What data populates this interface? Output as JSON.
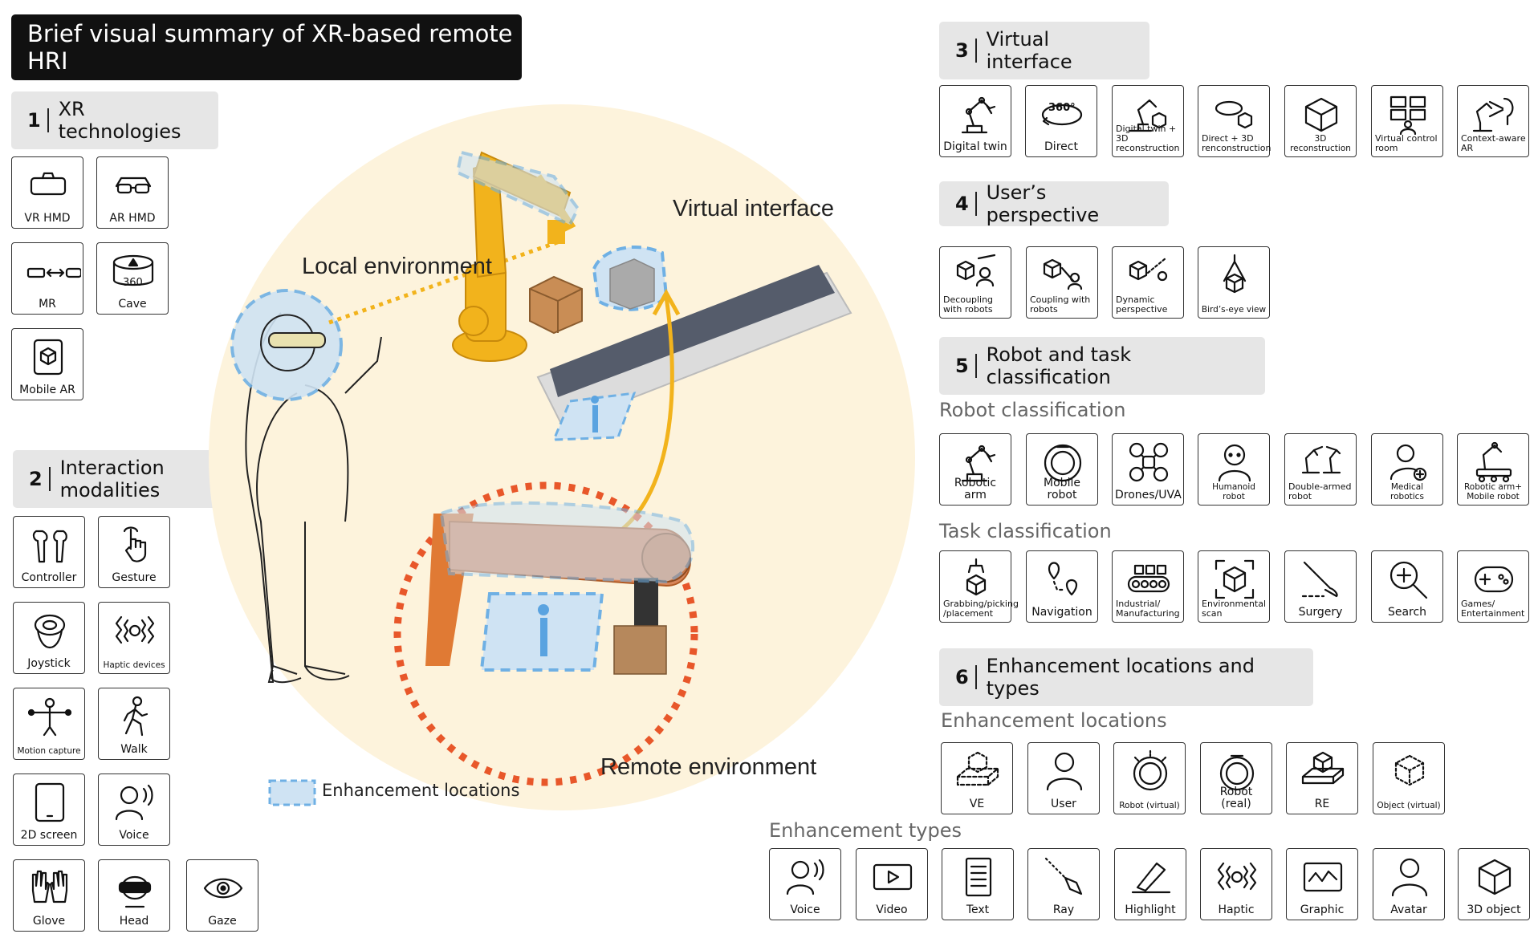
{
  "title": "Brief visual summary of XR-based remote HRI",
  "sections": [
    {
      "num": "1",
      "label": "XR technologies"
    },
    {
      "num": "2",
      "label": "Interaction modalities"
    },
    {
      "num": "3",
      "label": "Virtual interface"
    },
    {
      "num": "4",
      "label": "User’s perspective"
    },
    {
      "num": "5",
      "label": "Robot and task classification"
    },
    {
      "num": "6",
      "label": "Enhancement locations and types"
    }
  ],
  "subheadings": {
    "robot_classification": "Robot classification",
    "task_classification": "Task classification",
    "enhancement_locations": "Enhancement locations",
    "enhancement_types": "Enhancement types"
  },
  "xr_technologies": [
    "VR HMD",
    "AR HMD",
    "MR",
    "Cave",
    "Mobile AR"
  ],
  "cave_badge": "360",
  "interaction_modalities": [
    "Controller",
    "Gesture",
    "Joystick",
    "Haptic devices",
    "Motion capture",
    "Walk",
    "2D screen",
    "Voice",
    "Glove",
    "Head",
    "Gaze"
  ],
  "virtual_interface": [
    "Digital twin",
    "Direct",
    "Digital twin + 3D reconstruction",
    "Direct + 3D renconstruction",
    "3D reconstruction",
    "Virtual control room",
    "Context-aware AR"
  ],
  "virtual_interface_badge": "360°",
  "users_perspective": [
    "Decoupling with robots",
    "Coupling with robots",
    "Dynamic perspective",
    "Bird’s-eye view"
  ],
  "robot_classification": [
    "Robotic arm",
    "Mobile robot",
    "Drones/UVA",
    "Humanoid robot",
    "Double-armed robot",
    "Medical robotics",
    "Robotic arm+ Mobile robot"
  ],
  "task_classification": [
    "Grabbing/picking /placement",
    "Navigation",
    "Industrial/ Manufacturing",
    "Environmental scan",
    "Surgery",
    "Search",
    "Games/ Entertainment"
  ],
  "enhancement_locations": [
    "VE",
    "User",
    "Robot (virtual)",
    "Robot (real)",
    "RE",
    "Object (virtual)"
  ],
  "enhancement_types": [
    "Voice",
    "Video",
    "Text",
    "Ray",
    "Highlight",
    "Haptic",
    "Graphic",
    "Avatar",
    "3D object"
  ],
  "scene": {
    "local_environment": "Local environment",
    "virtual_interface": "Virtual interface",
    "remote_environment": "Remote environment",
    "legend": "Enhancement locations"
  },
  "colors": {
    "title_bg": "#111111",
    "section_bg": "#e6e6e6",
    "scene_bg": "#fdf3dc",
    "enhancement_fill": "#cfe3f3",
    "enhancement_stroke": "#6fb0e4",
    "remote_ring": "#e8572a",
    "virtual_robot": "#f2b31c",
    "real_robot": "#e07a34"
  }
}
